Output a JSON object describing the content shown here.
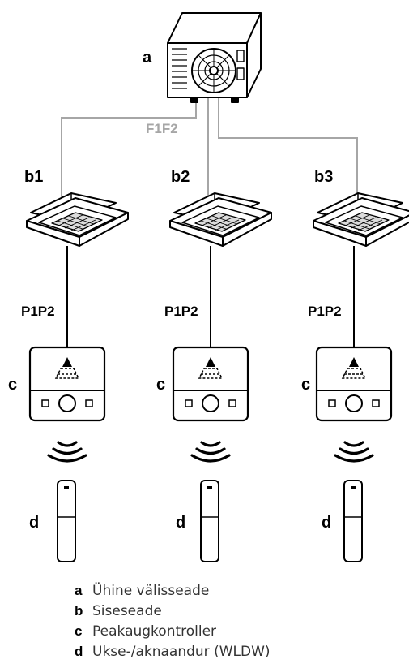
{
  "labels": {
    "outdoor": "a",
    "indoor": [
      "b1",
      "b2",
      "b3"
    ],
    "controller": "c",
    "sensor": "d",
    "bus_outdoor": "F1F2",
    "bus_controller": "P1P2"
  },
  "legend": [
    {
      "key": "a",
      "text": "Ühine välisseade"
    },
    {
      "key": "b",
      "text": "Siseseade"
    },
    {
      "key": "c",
      "text": "Peakaugkontroller"
    },
    {
      "key": "d",
      "text": "Ukse-/aknaandur (WLDW)"
    }
  ],
  "colors": {
    "line": "#000000",
    "bus_line": "#a6a6a6",
    "bus_label": "#a6a6a6"
  }
}
